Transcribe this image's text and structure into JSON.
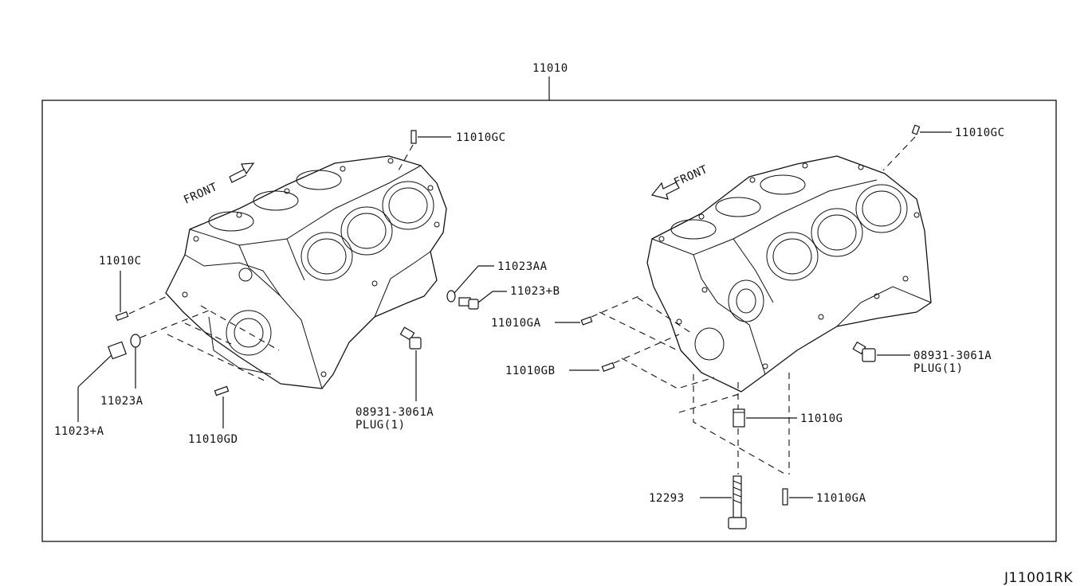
{
  "assembly_number": "11010",
  "drawing_code": "J11001RK",
  "left_view": {
    "front_label": "FRONT",
    "labels": {
      "gc": "11010GC",
      "c": "11010C",
      "aa": "11023AA",
      "b": "11023+B",
      "plug_part": "08931-3061A",
      "plug_text": "PLUG(1)",
      "gd": "11010GD",
      "a": "11023A",
      "a_plus": "11023+A"
    }
  },
  "right_view": {
    "front_label": "FRONT",
    "labels": {
      "gc": "11010GC",
      "ga_top": "11010GA",
      "gb": "11010GB",
      "plug_part": "08931-3061A",
      "plug_text": "PLUG(1)",
      "g": "11010G",
      "bolt": "12293",
      "ga_bottom": "11010GA"
    }
  }
}
